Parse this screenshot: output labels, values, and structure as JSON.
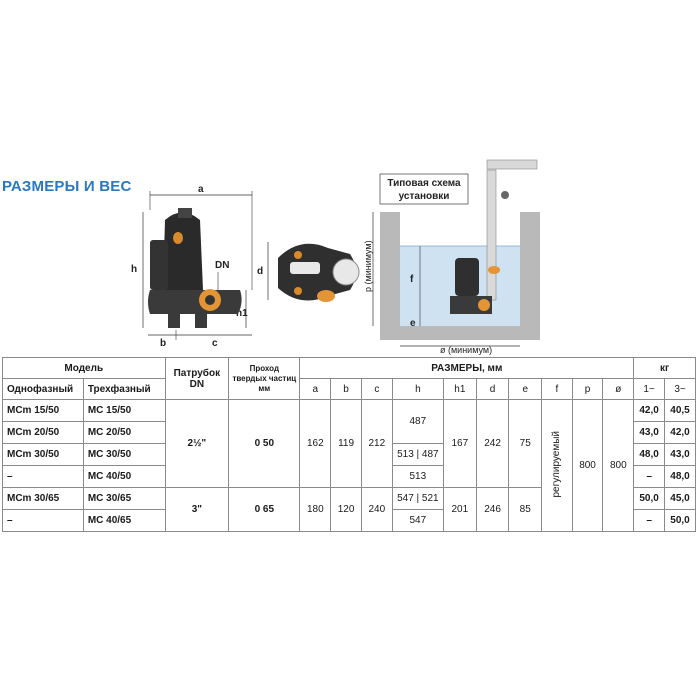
{
  "heading": "РАЗМЕРЫ И ВЕС",
  "diagram": {
    "scheme_title_line1": "Типовая схема",
    "scheme_title_line2": "установки",
    "labels": {
      "a": "a",
      "b": "b",
      "c": "c",
      "h": "h",
      "h1": "h1",
      "dn": "DN",
      "d": "d",
      "f": "f",
      "e": "e",
      "p_min": "p (минимум)",
      "d_min": "ø (минимум)"
    }
  },
  "table": {
    "header": {
      "model": "Модель",
      "single_phase": "Однофазный",
      "three_phase": "Трехфазный",
      "outlet_line1": "Патрубок",
      "outlet_line2": "DN",
      "passage_line1": "Проход",
      "passage_line2": "твердых частиц",
      "passage_line3": "мм",
      "dimensions": "РАЗМЕРЫ, мм",
      "weight": "кг",
      "col_a": "a",
      "col_b": "b",
      "col_c": "c",
      "col_h": "h",
      "col_h1": "h1",
      "col_d": "d",
      "col_e": "e",
      "col_f": "f",
      "col_p": "p",
      "col_diam": "ø",
      "w1": "1~",
      "w3": "3~"
    },
    "rows": [
      {
        "single": "MCm 15/50",
        "three": "MC 15/50",
        "w1": "42,0",
        "w3": "40,5"
      },
      {
        "single": "MCm 20/50",
        "three": "MC 20/50",
        "w1": "43,0",
        "w3": "42,0"
      },
      {
        "single": "MCm 30/50",
        "three": "MC 30/50",
        "w1": "48,0",
        "w3": "43,0"
      },
      {
        "single": "–",
        "three": "MC 40/50",
        "w1": "–",
        "w3": "48,0"
      },
      {
        "single": "MCm 30/65",
        "three": "MC 30/65",
        "w1": "50,0",
        "w3": "45,0"
      },
      {
        "single": "–",
        "three": "MC 40/65",
        "w1": "–",
        "w3": "50,0"
      }
    ],
    "group50": {
      "dn": "2½\"",
      "passage": "0 50",
      "a": "162",
      "b": "119",
      "c": "212",
      "h_12": "487",
      "h_3": "513 | 487",
      "h_4": "513",
      "h1": "167",
      "d": "242",
      "e": "75"
    },
    "group65": {
      "dn": "3\"",
      "passage": "0 65",
      "a": "180",
      "b": "120",
      "c": "240",
      "h_5": "547 | 521",
      "h_6": "547",
      "h1": "201",
      "d": "246",
      "e": "85"
    },
    "f": "регулируемый",
    "p": "800",
    "diam": "800"
  }
}
